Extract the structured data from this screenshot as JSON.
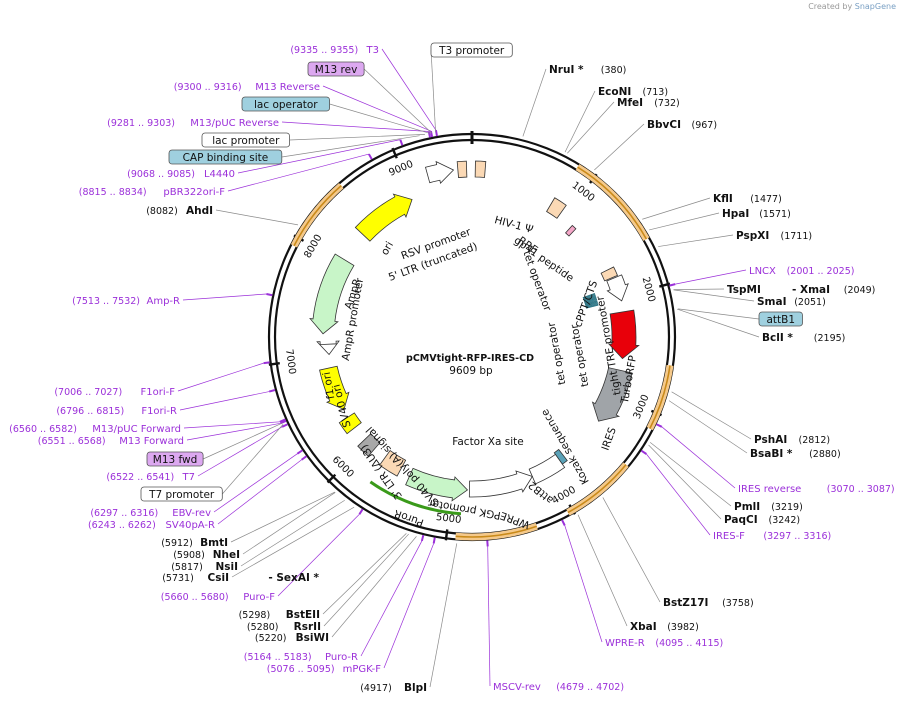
{
  "credit": {
    "prefix": "Created by",
    "brand": "SnapGene"
  },
  "plasmid": {
    "name": "pCMVtight-RFP-IRES-CD",
    "size": "9609 bp",
    "length": 9609
  },
  "ticks": [
    "1000",
    "2000",
    "3000",
    "4000",
    "5000",
    "6000",
    "7000",
    "8000",
    "9000"
  ],
  "enzymes": [
    {
      "name": "NruI *",
      "pos": "(380)"
    },
    {
      "name": "EcoNI",
      "pos": "(713)"
    },
    {
      "name": "MfeI",
      "pos": "(732)"
    },
    {
      "name": "BbvCI",
      "pos": "(967)"
    },
    {
      "name": "KflI",
      "pos": "(1477)"
    },
    {
      "name": "HpaI",
      "pos": "(1571)"
    },
    {
      "name": "PspXI",
      "pos": "(1711)"
    },
    {
      "name": "TspMI",
      "pos": ""
    },
    {
      "name": "- XmaI",
      "pos": "(2049)"
    },
    {
      "name": "SmaI",
      "pos": "(2051)"
    },
    {
      "name": "BclI *",
      "pos": "(2195)"
    },
    {
      "name": "PshAI",
      "pos": "(2812)"
    },
    {
      "name": "BsaBI *",
      "pos": "(2880)"
    },
    {
      "name": "PmlI",
      "pos": "(3219)"
    },
    {
      "name": "PaqCI",
      "pos": "(3242)"
    },
    {
      "name": "BstZ17I",
      "pos": "(3758)"
    },
    {
      "name": "XbaI",
      "pos": "(3982)"
    },
    {
      "name": "BlpI",
      "pos": "(4917)"
    },
    {
      "name": "BsiWI",
      "pos": "(5220)"
    },
    {
      "name": "RsrII",
      "pos": "(5280)"
    },
    {
      "name": "BstEII",
      "pos": "(5298)"
    },
    {
      "name": "CsiI",
      "pos": "(5731)"
    },
    {
      "name": "- SexAI *",
      "pos": ""
    },
    {
      "name": "NsiI",
      "pos": "(5817)"
    },
    {
      "name": "NheI",
      "pos": "(5908)"
    },
    {
      "name": "BmtI",
      "pos": "(5912)"
    },
    {
      "name": "AhdI",
      "pos": "(8082)"
    }
  ],
  "primers": [
    {
      "name": "T3",
      "pos": "(9335 .. 9355)"
    },
    {
      "name": "M13 Reverse",
      "pos": "(9300 .. 9316)"
    },
    {
      "name": "M13/pUC Reverse",
      "pos": "(9281 .. 9303)"
    },
    {
      "name": "L4440",
      "pos": "(9068 .. 9085)"
    },
    {
      "name": "pBR322ori-F",
      "pos": "(8815 .. 8834)"
    },
    {
      "name": "Amp-R",
      "pos": "(7513 .. 7532)"
    },
    {
      "name": "F1ori-F",
      "pos": "(7006 .. 7027)"
    },
    {
      "name": "F1ori-R",
      "pos": "(6796 .. 6815)"
    },
    {
      "name": "M13/pUC Forward",
      "pos": "(6560 .. 6582)"
    },
    {
      "name": "M13 Forward",
      "pos": "(6551 .. 6568)"
    },
    {
      "name": "T7",
      "pos": "(6522 .. 6541)"
    },
    {
      "name": "EBV-rev",
      "pos": "(6297 .. 6316)"
    },
    {
      "name": "SV40pA-R",
      "pos": "(6243 .. 6262)"
    },
    {
      "name": "Puro-F",
      "pos": "(5660 .. 5680)"
    },
    {
      "name": "Puro-R",
      "pos": "(5164 .. 5183)"
    },
    {
      "name": "mPGK-F",
      "pos": "(5076 .. 5095)"
    },
    {
      "name": "MSCV-rev",
      "pos": "(4679 .. 4702)"
    },
    {
      "name": "WPRE-R",
      "pos": "(4095 .. 4115)"
    },
    {
      "name": "IRES-F",
      "pos": "(3297 .. 3316)"
    },
    {
      "name": "IRES reverse",
      "pos": "(3070 .. 3087)"
    },
    {
      "name": "LNCX",
      "pos": "(2001 .. 2025)"
    }
  ],
  "boxes": [
    {
      "name": "T3 promoter",
      "fill": "#ffffff"
    },
    {
      "name": "M13 rev",
      "fill": "#dca8f0"
    },
    {
      "name": "lac operator",
      "fill": "#9fd0df"
    },
    {
      "name": "lac promoter",
      "fill": "#ffffff"
    },
    {
      "name": "CAP binding site",
      "fill": "#9fd0df"
    },
    {
      "name": "attB1",
      "fill": "#9fd0df"
    },
    {
      "name": "M13 fwd",
      "fill": "#dca8f0"
    },
    {
      "name": "T7 promoter",
      "fill": "#ffffff"
    }
  ],
  "features": [
    "ori",
    "AmpR",
    "AmpR promoter",
    "f1 ori",
    "SV40 ori",
    "SV40 poly(A) signal",
    "3' LTR (ΔU3)",
    "PGK promoter",
    "PuroR",
    "WPRE",
    "attB2",
    "Kozak sequence",
    "Factor Xa site",
    "IRES",
    "TurboRFP",
    "tight TRE promoter",
    "tet operator",
    "tet operator",
    "tet operator",
    "cPPT/CTS",
    "gp41 peptide",
    "RRE",
    "HIV-1 Ψ",
    "5' LTR (truncated)",
    "RSV promoter"
  ],
  "colors": {
    "primer": "#9b30d9",
    "orf_highlight": "#f5c98a",
    "orf_outline": "#c98a1a",
    "ori": "#ffff00",
    "amp": "#c8f5c8",
    "red": "#e8000a",
    "gray": "#a0a4a8",
    "peach": "#fbd9b5"
  }
}
